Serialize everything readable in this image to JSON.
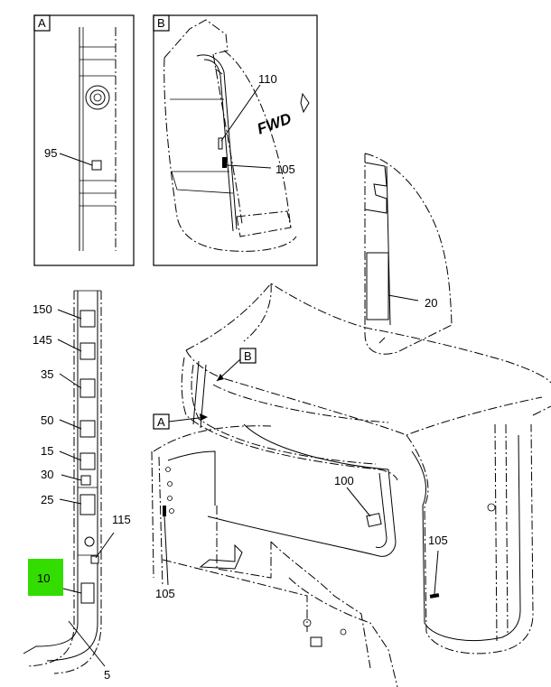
{
  "views": {
    "a": {
      "tag": "A"
    },
    "b": {
      "tag": "B",
      "fwd": "FWD"
    }
  },
  "callouts": {
    "c95": "95",
    "c110": "110",
    "c105_detail": "105",
    "c20": "20",
    "c150": "150",
    "c145": "145",
    "c35": "35",
    "c50": "50",
    "c15": "15",
    "c30": "30",
    "c25": "25",
    "c115": "115",
    "c10": "10",
    "c5": "5",
    "c105_left": "105",
    "c100": "100",
    "c105_door": "105",
    "view_b_ref": "B",
    "view_a_ref": "A"
  },
  "highlight": {
    "part": "10",
    "color": "#33dd00"
  }
}
